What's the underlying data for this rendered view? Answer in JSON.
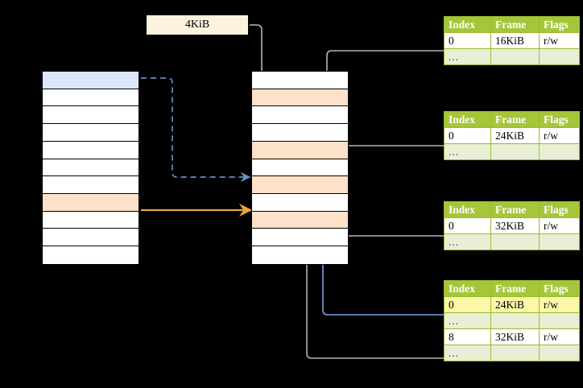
{
  "label_box": {
    "text": "4KiB"
  },
  "colors": {
    "table_header_green": "#a6c639",
    "table_dots_row": "#e9efd6",
    "highlight_yellow": "#fbf6a8",
    "cell_blue": "#d9e7f8",
    "cell_orange": "#fde1c8",
    "arrow_orange": "#e8a33d",
    "arrow_blue": "#6a8fc7",
    "arrow_gray": "#b4b4b4"
  },
  "left_column": {
    "name": "virtual-address-space",
    "row_count": 11,
    "rows": [
      {
        "fill": "blue",
        "text": ""
      },
      {
        "fill": "white",
        "text": ""
      },
      {
        "fill": "white",
        "text": ""
      },
      {
        "fill": "white",
        "text": ""
      },
      {
        "fill": "white",
        "text": ""
      },
      {
        "fill": "white",
        "text": ""
      },
      {
        "fill": "white",
        "text": ""
      },
      {
        "fill": "orange",
        "text": ""
      },
      {
        "fill": "white",
        "text": ""
      },
      {
        "fill": "white",
        "text": ""
      },
      {
        "fill": "white",
        "text": ""
      }
    ]
  },
  "middle_column": {
    "name": "physical-memory",
    "row_count": 11,
    "rows": [
      {
        "fill": "white",
        "text": ""
      },
      {
        "fill": "orange",
        "text": ""
      },
      {
        "fill": "white",
        "text": ""
      },
      {
        "fill": "white",
        "text": ""
      },
      {
        "fill": "orange",
        "text": ""
      },
      {
        "fill": "white",
        "text": ""
      },
      {
        "fill": "orange",
        "text": ""
      },
      {
        "fill": "white",
        "text": ""
      },
      {
        "fill": "orange",
        "text": ""
      },
      {
        "fill": "white",
        "text": ""
      },
      {
        "fill": "white",
        "text": ""
      }
    ]
  },
  "tables": [
    {
      "name": "page-table-1",
      "headers": [
        "Index",
        "Frame",
        "Flags"
      ],
      "rows": [
        {
          "cells": [
            "0",
            "16KiB",
            "r/w"
          ],
          "style": "normal",
          "highlight": [
            false,
            false,
            false
          ]
        },
        {
          "cells": [
            "...",
            "",
            ""
          ],
          "style": "dots",
          "highlight": [
            false,
            false,
            false
          ]
        }
      ]
    },
    {
      "name": "page-table-2",
      "headers": [
        "Index",
        "Frame",
        "Flags"
      ],
      "rows": [
        {
          "cells": [
            "0",
            "24KiB",
            "r/w"
          ],
          "style": "normal",
          "highlight": [
            false,
            false,
            false
          ]
        },
        {
          "cells": [
            "...",
            "",
            ""
          ],
          "style": "dots",
          "highlight": [
            false,
            false,
            false
          ]
        }
      ]
    },
    {
      "name": "page-table-3",
      "headers": [
        "Index",
        "Frame",
        "Flags"
      ],
      "rows": [
        {
          "cells": [
            "0",
            "32KiB",
            "r/w"
          ],
          "style": "normal",
          "highlight": [
            false,
            false,
            false
          ]
        },
        {
          "cells": [
            "...",
            "",
            ""
          ],
          "style": "dots",
          "highlight": [
            false,
            false,
            false
          ]
        }
      ]
    },
    {
      "name": "page-table-4",
      "headers": [
        "Index",
        "Frame",
        "Flags"
      ],
      "rows": [
        {
          "cells": [
            "0",
            "24KiB",
            "r/w"
          ],
          "style": "normal",
          "highlight": [
            true,
            true,
            true
          ]
        },
        {
          "cells": [
            "...",
            "",
            ""
          ],
          "style": "dots",
          "highlight": [
            false,
            false,
            false
          ]
        },
        {
          "cells": [
            "8",
            "32KiB",
            "r/w"
          ],
          "style": "normal",
          "highlight": [
            false,
            false,
            false
          ]
        },
        {
          "cells": [
            "...",
            "",
            ""
          ],
          "style": "dots",
          "highlight": [
            false,
            false,
            false
          ]
        }
      ]
    }
  ]
}
